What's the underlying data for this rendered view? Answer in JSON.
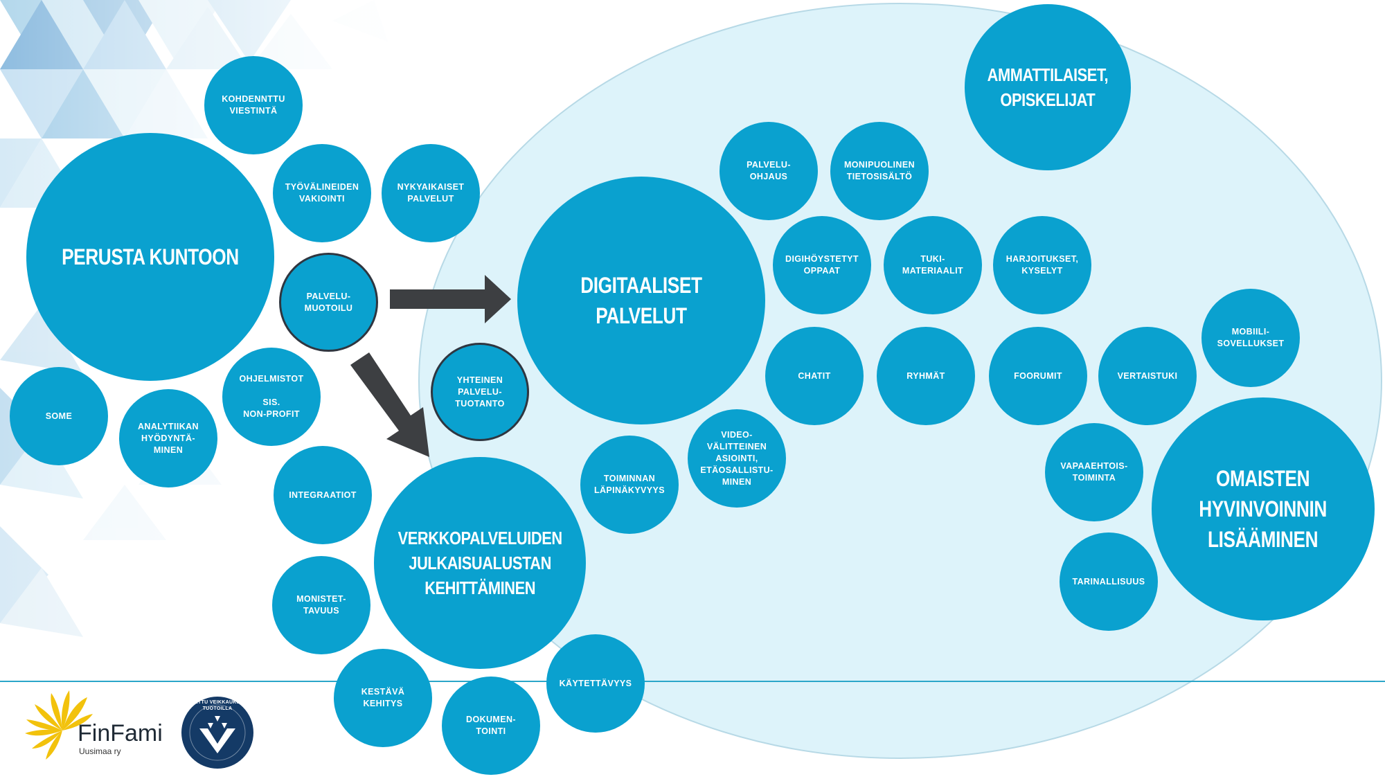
{
  "colors": {
    "bubble": "#0aa1cf",
    "cloud": "#ddf3fa",
    "arrow": "#3d3f42",
    "outline": "#2f3640",
    "footer_line": "#2aa6c9",
    "badge": "#143a66",
    "flower": "#f2c20c"
  },
  "bubbles": {
    "perusta_kuntoon": "PERUSTA KUNTOON",
    "kohdennettu_viestinta": "KOHDENNTTU\nVIESTINTÄ",
    "tyovalineiden_vakiointi": "TYÖVÄLINEIDEN\nVAKIOINTI",
    "nykyaikaiset_palvelut": "NYKYAIKAISET\nPALVELUT",
    "palvelumuotoilu": "PALVELU-\nMUOTOILU",
    "some": "SOME",
    "analytiikan": "ANALYTIIKAN\nHYÖDYNTÄ-\nMINEN",
    "ohjelmistot": "OHJELMISTOT\n\nSIS.\nNON-PROFIT",
    "yhteinen": "YHTEINEN\nPALVELU-\nTUOTANTO",
    "integraatiot": "INTEGRAATIOT",
    "verkkopalveluiden": "VERKKOPALVELUIDEN\nJULKAISUALUSTAN\nKEHITTÄMINEN",
    "monistettavuus": "MONISTET-\nTAVUUS",
    "kestava_kehitys": "KESTÄVÄ\nKEHITYS",
    "dokumentointi": "DOKUMEN-\nTOINTI",
    "kaytettavyys": "KÄYTETTÄVYYS",
    "toiminnan": "TOIMINNAN\nLÄPINÄKYVYYS",
    "video": "VIDEO-\nVÄLITTEINEN\nASIOINTI,\nETÄOSALLISTU-\nMINEN",
    "digitaaliset": "DIGITAALISET\nPALVELUT",
    "palveluohjaus": "PALVELU-\nOHJAUS",
    "monipuolinen": "MONIPUOLINEN\nTIETOSISÄLTÖ",
    "ammattilaiset": "AMMATTILAISET,\nOPISKELIJAT",
    "digihoystetyt": "DIGIHÖYSTETYT\nOPPAAT",
    "tukimateriaalit": "TUKI-\nMATERIAALIT",
    "harjoitukset": "HARJOITUKSET,\nKYSELYT",
    "chatit": "CHATIT",
    "ryhmat": "RYHMÄT",
    "foorumit": "FOORUMIT",
    "vertaistuki": "VERTAISTUKI",
    "mobiili": "MOBIILI-\nSOVELLUKSET",
    "vapaaehtois": "VAPAAEHTOIS-\nTOIMINTA",
    "tarinallisuus": "TARINALLISUUS",
    "omaisten": "OMAISTEN\nHYVINVOINNIN\nLISÄÄMINEN"
  },
  "logo": {
    "name": "FinFami",
    "sub": "Uusimaa ry",
    "badge_text": "TUETTU VEIKKAUKSEN TUOTOILLA"
  }
}
